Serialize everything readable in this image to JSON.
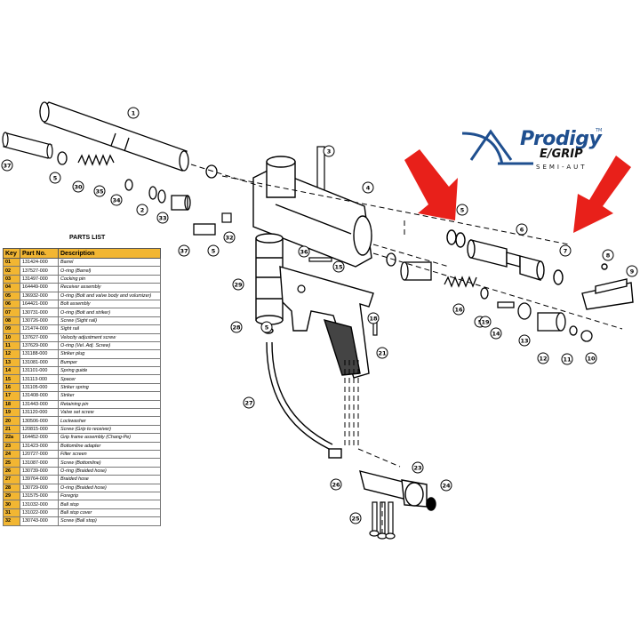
{
  "logo": {
    "brand": "Prodigy",
    "tm": "TM",
    "model": "E/GRIP",
    "subtitle": "SEMI-AUT",
    "colors": {
      "blue": "#1f4f8f",
      "arrow": "#e8201a"
    }
  },
  "parts_list": {
    "title": "PARTS LIST",
    "headers": [
      "Key",
      "Part No.",
      "Description"
    ],
    "rows": [
      [
        "01",
        "131424-000",
        "Barrel"
      ],
      [
        "02",
        "137527-000",
        "O-ring (Barrel)"
      ],
      [
        "03",
        "131497-000",
        "Cocking pin"
      ],
      [
        "04",
        "164449-000",
        "Receiver assembly"
      ],
      [
        "05",
        "136932-000",
        "O-ring (Bolt and valve body and volumizer)"
      ],
      [
        "06",
        "164421-000",
        "Bolt assembly"
      ],
      [
        "07",
        "130731-000",
        "O-ring (Bolt and striker)"
      ],
      [
        "08",
        "130726-000",
        "Screw (Sight rail)"
      ],
      [
        "09",
        "121474-000",
        "Sight rail"
      ],
      [
        "10",
        "137627-000",
        "Velocity adjustment screw"
      ],
      [
        "11",
        "137629-000",
        "O-ring (Vel. Adj. Screw)"
      ],
      [
        "12",
        "131188-000",
        "Striker plug"
      ],
      [
        "13",
        "131081-000",
        "Bumper"
      ],
      [
        "14",
        "131101-000",
        "Spring guide"
      ],
      [
        "15",
        "131113-000",
        "Spacer"
      ],
      [
        "16",
        "131105-000",
        "Striker spring"
      ],
      [
        "17",
        "131408-000",
        "Striker"
      ],
      [
        "18",
        "131443-000",
        "Retaining pin"
      ],
      [
        "19",
        "131120-000",
        "Valve set screw"
      ],
      [
        "20",
        "130506-000",
        "Lockwasher"
      ],
      [
        "21",
        "120815-000",
        "Screw (Grip to receiver)"
      ],
      [
        "22a",
        "164452-000",
        "Grip frame assembly (Chang-Pe)"
      ],
      [
        "23",
        "131423-000",
        "Bottomline adapter"
      ],
      [
        "24",
        "120727-000",
        "Filter screen"
      ],
      [
        "25",
        "131087-000",
        "Screw (Bottomline)"
      ],
      [
        "26",
        "130739-000",
        "O-ring (Braided hose)"
      ],
      [
        "27",
        "139764-000",
        "Braided hose"
      ],
      [
        "28",
        "130729-000",
        "O-ring (Braided hose)"
      ],
      [
        "29",
        "131575-000",
        "Foregrip"
      ],
      [
        "30",
        "131032-000",
        "Ball stop"
      ],
      [
        "31",
        "131022-000",
        "Ball stop cover"
      ],
      [
        "32",
        "130743-000",
        "Screw (Ball stop)"
      ]
    ]
  },
  "callouts": [
    "1",
    "37",
    "5",
    "30",
    "35",
    "34",
    "2",
    "33",
    "4",
    "3",
    "32",
    "37",
    "5",
    "36",
    "15",
    "29",
    "18",
    "28",
    "5",
    "27",
    "5",
    "6",
    "7",
    "5",
    "8",
    "9",
    "16",
    "19",
    "14",
    "12",
    "11",
    "13",
    "10",
    "21",
    "26",
    "23",
    "24",
    "25"
  ]
}
